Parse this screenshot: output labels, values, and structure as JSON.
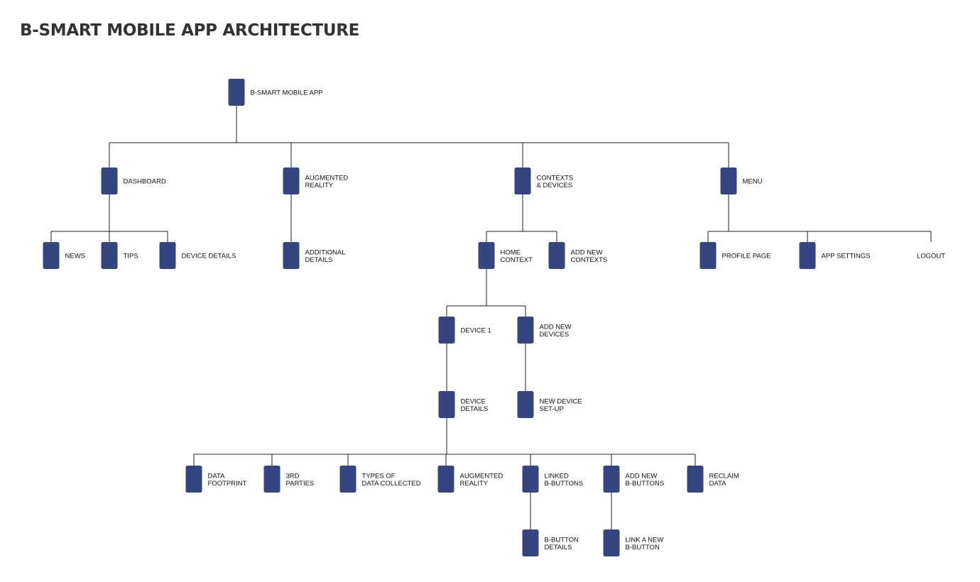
{
  "title": "B-SMART MOBILE APP ARCHITECTURE",
  "colors": {
    "node": "#344580",
    "connector": "#1f1f1f",
    "title": "#333333",
    "label": "#111111"
  },
  "tree": {
    "id": "root",
    "label": [
      "B-SMART MOBILE APP"
    ],
    "children": [
      {
        "id": "dashboard",
        "label": [
          "DASHBOARD"
        ],
        "children": [
          {
            "id": "news",
            "label": [
              "NEWS"
            ]
          },
          {
            "id": "tips",
            "label": [
              "TIPS"
            ]
          },
          {
            "id": "device-details-dash",
            "label": [
              "DEVICE DETAILS"
            ]
          }
        ]
      },
      {
        "id": "augmented-reality",
        "label": [
          "AUGMENTED",
          "REALITY"
        ],
        "children": [
          {
            "id": "additional-details",
            "label": [
              "ADDITIONAL",
              "DETAILS"
            ]
          }
        ]
      },
      {
        "id": "contexts-devices",
        "label": [
          "CONTEXTS",
          "& DEVICES"
        ],
        "children": [
          {
            "id": "home-context",
            "label": [
              "HOME",
              "CONTEXT"
            ],
            "children": [
              {
                "id": "device-1",
                "label": [
                  "DEVICE 1"
                ],
                "children": [
                  {
                    "id": "device-details",
                    "label": [
                      "DEVICE",
                      "DETAILS"
                    ],
                    "children": [
                      {
                        "id": "data-footprint",
                        "label": [
                          "DATA",
                          "FOOTPRINT"
                        ]
                      },
                      {
                        "id": "3rd-parties",
                        "label": [
                          "3RD",
                          "PARTIES"
                        ]
                      },
                      {
                        "id": "types-of-data",
                        "label": [
                          "TYPES OF",
                          "DATA COLLECTED"
                        ]
                      },
                      {
                        "id": "augmented-reality-device",
                        "label": [
                          "AUGMENTED",
                          "REALITY"
                        ]
                      },
                      {
                        "id": "linked-b-buttons",
                        "label": [
                          "LINKED",
                          "B-BUTTONS"
                        ],
                        "children": [
                          {
                            "id": "b-button-details",
                            "label": [
                              "B-BUTTON",
                              "DETAILS"
                            ]
                          }
                        ]
                      },
                      {
                        "id": "add-new-b-buttons",
                        "label": [
                          "ADD NEW",
                          "B-BUTTONS"
                        ],
                        "children": [
                          {
                            "id": "link-new-b-button",
                            "label": [
                              "LINK A NEW",
                              "B-BUTTON"
                            ]
                          }
                        ]
                      },
                      {
                        "id": "reclaim-data",
                        "label": [
                          "RECLAIM",
                          "DATA"
                        ]
                      }
                    ]
                  }
                ]
              },
              {
                "id": "add-new-devices",
                "label": [
                  "ADD NEW",
                  "DEVICES"
                ],
                "children": [
                  {
                    "id": "new-device-setup",
                    "label": [
                      "NEW DEVICE",
                      "SET-UP"
                    ]
                  }
                ]
              }
            ]
          },
          {
            "id": "add-new-contexts",
            "label": [
              "ADD NEW",
              "CONTEXTS"
            ]
          }
        ]
      },
      {
        "id": "menu",
        "label": [
          "MENU"
        ],
        "children": [
          {
            "id": "profile-page",
            "label": [
              "PROFILE PAGE"
            ]
          },
          {
            "id": "app-settings",
            "label": [
              "APP SETTINGS"
            ]
          },
          {
            "id": "logout",
            "label": [
              "LOGOUT"
            ],
            "box": false
          }
        ]
      }
    ]
  }
}
